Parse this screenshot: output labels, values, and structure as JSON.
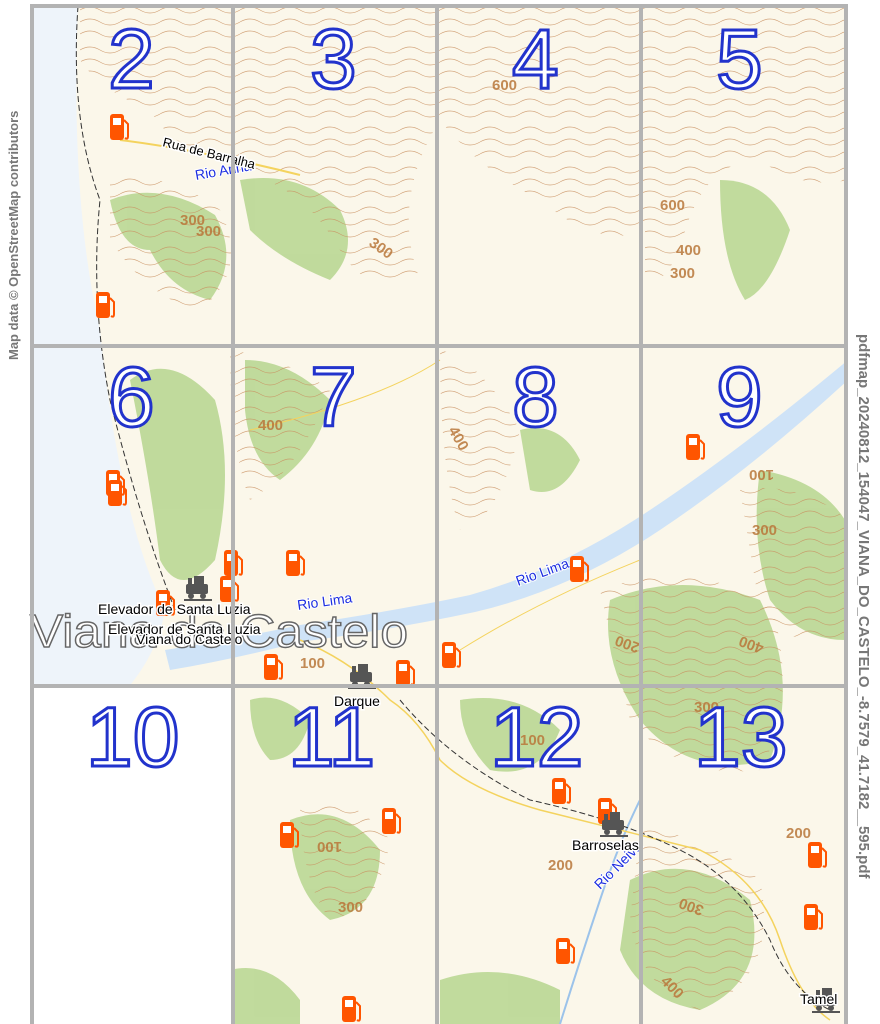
{
  "attribution": "Map data © OpenStreetMap contributors",
  "file_name": "pdfmap_20240812_154047_VIANA_DO_CASTELO_-8.7579_41.7182__595.pdf",
  "tiles": [
    "2",
    "3",
    "4",
    "5",
    "6",
    "7",
    "8",
    "9",
    "10",
    "11",
    "12",
    "13"
  ],
  "places": {
    "viana_big": "Viana do Castelo",
    "viana": "Viana do Castelo",
    "elevador_1": "Elevador de Santa Luzia",
    "elevador_2": "Elevador de Santa Luzia",
    "darque": "Darque",
    "barroselas": "Barroselas",
    "tamel": "Tamel"
  },
  "roads": {
    "rua_barralha": "Rua de Barralha"
  },
  "rivers": {
    "rio_lima_1": "Rio Lima",
    "rio_lima_2": "Rio Lima",
    "rio_neiva": "Rio Neiva",
    "stream": "Rio Anha"
  },
  "contours": {
    "c600_a": "600",
    "c300_a": "300",
    "c300_b": "300",
    "c300_c": "300",
    "c400_a": "400",
    "c300_d": "300",
    "c600_b": "600",
    "c400_b": "400",
    "c400_c": "400",
    "c100_a": "100",
    "c300_e": "300",
    "c200_a": "200",
    "c400_d": "400",
    "c100_b": "100",
    "c100_c": "100",
    "c100_d": "100",
    "c300_f": "300",
    "c200_b": "200",
    "c300_g": "300",
    "c400_e": "400",
    "c300_h": "300",
    "c200_c": "200"
  },
  "colors": {
    "land": "#fbf7ea",
    "forest": "#b6d68f",
    "contour": "#b9773a",
    "water": "#cfe3f7",
    "grid": "#b3b3b3",
    "fuel": "#ff5500",
    "tile_number": "#2233cc"
  },
  "icons": {
    "fuel": "fuel-station-icon",
    "train": "train-station-icon"
  }
}
